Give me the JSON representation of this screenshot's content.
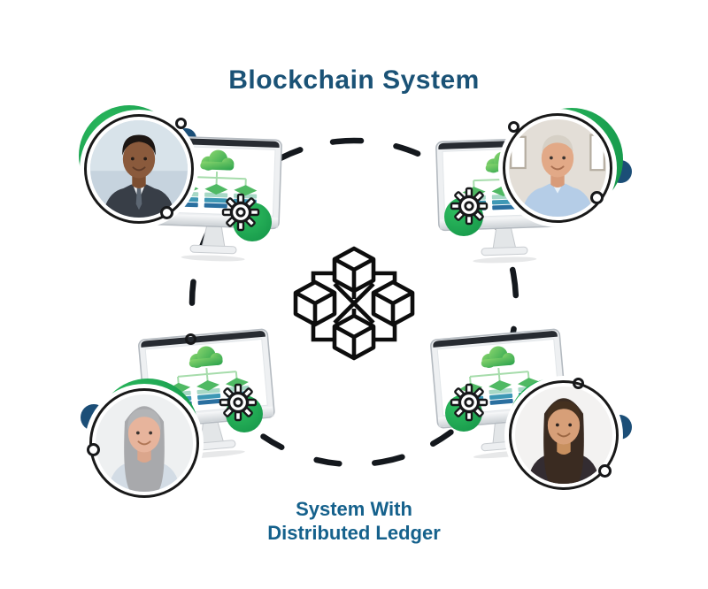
{
  "title": {
    "text": "Blockchain System"
  },
  "caption": {
    "line1": "System With",
    "line2": "Distributed Ledger"
  },
  "center_icon": {
    "name": "blockchain-cubes-icon",
    "description": "four linked isometric cubes"
  },
  "cycle_ring": {
    "style": "dashed-circle",
    "color": "#14181d"
  },
  "colors": {
    "title_text": "#1a5276",
    "caption_text": "#15618c",
    "green_accent": "#1aa050",
    "navy_accent": "#1b4e77",
    "dash_black": "#14181d"
  },
  "nodes": [
    {
      "id": "top-left",
      "persona": "businessman-photo",
      "icons": [
        "computer-monitor-icon",
        "cloud-database-network-icon",
        "gear-icon",
        "green-circle",
        "blue-circle"
      ]
    },
    {
      "id": "top-right",
      "persona": "senior-man-photo",
      "icons": [
        "computer-monitor-icon",
        "cloud-database-network-icon",
        "gear-icon",
        "green-circle",
        "blue-circle"
      ]
    },
    {
      "id": "bottom-left",
      "persona": "senior-woman-photo",
      "icons": [
        "computer-monitor-icon",
        "cloud-database-network-icon",
        "gear-icon",
        "green-circle",
        "blue-circle"
      ]
    },
    {
      "id": "bottom-right",
      "persona": "young-woman-photo",
      "icons": [
        "computer-monitor-icon",
        "cloud-database-network-icon",
        "gear-icon",
        "green-circle",
        "blue-circle"
      ]
    }
  ]
}
